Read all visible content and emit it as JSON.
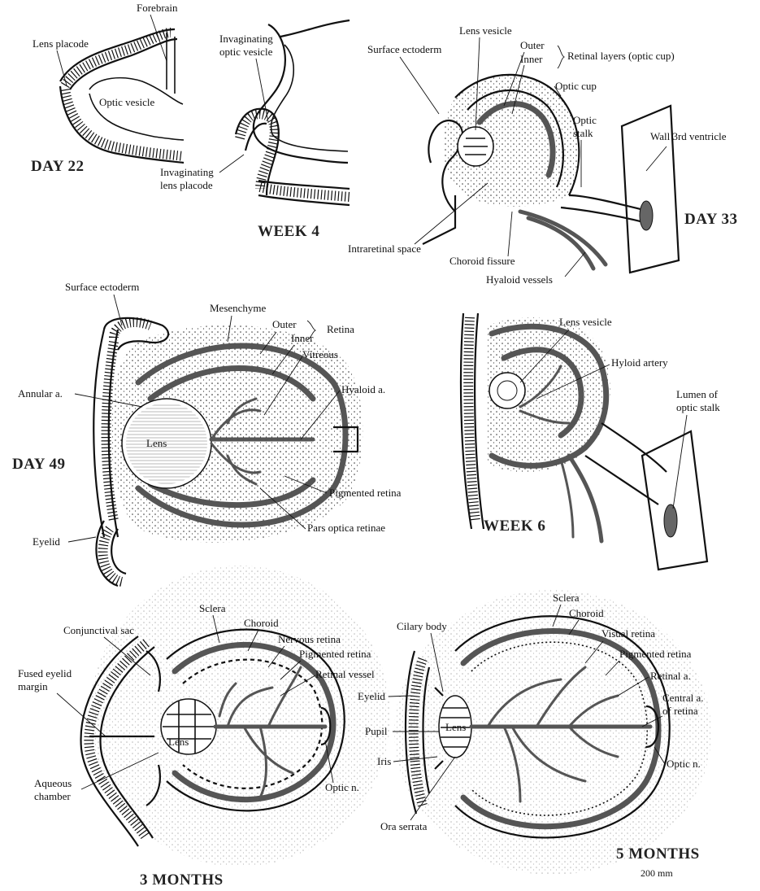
{
  "panels": {
    "day22": {
      "title": "DAY 22",
      "labels": {
        "forebrain": "Forebrain",
        "lens_placode": "Lens placode",
        "optic_vesicle": "Optic vesicle"
      }
    },
    "week4": {
      "title": "WEEK 4",
      "labels": {
        "invaginating_optic_vesicle_1": "Invaginating",
        "invaginating_optic_vesicle_2": "optic vesicle",
        "invaginating_lens_placode_1": "Invaginating",
        "invaginating_lens_placode_2": "lens placode"
      }
    },
    "day33": {
      "title": "DAY 33",
      "labels": {
        "surface_ectoderm": "Surface ectoderm",
        "lens_vesicle": "Lens vesicle",
        "outer": "Outer",
        "inner": "Inner",
        "retinal_layers": "Retinal layers (optic cup)",
        "optic_cup": "Optic cup",
        "optic_stalk_1": "Optic",
        "optic_stalk_2": "stalk",
        "wall_3rd_ventricle": "Wall 3rd ventricle",
        "intraretinal_space": "Intraretinal space",
        "choroid_fissure": "Choroid fissure",
        "hyaloid_vessels": "Hyaloid vessels"
      }
    },
    "day49": {
      "title": "DAY 49",
      "labels": {
        "surface_ectoderm": "Surface ectoderm",
        "mesenchyme": "Mesenchyme",
        "outer": "Outer",
        "inner": "Inner",
        "retina": "Retina",
        "vitreous": "Vitreous",
        "annular_a": "Annular a.",
        "hyaloid_a": "Hyaloid a.",
        "lens": "Lens",
        "pigmented_retina": "Pigmented retina",
        "pars_optica_retinae": "Pars optica retinae",
        "eyelid": "Eyelid"
      }
    },
    "week6": {
      "title": "WEEK 6",
      "labels": {
        "lens_vesicle": "Lens vesicle",
        "hyloid_artery": "Hyloid artery",
        "lumen_1": "Lumen of",
        "lumen_2": "optic stalk"
      }
    },
    "month3": {
      "title": "3 MONTHS",
      "labels": {
        "sclera": "Sclera",
        "choroid": "Choroid",
        "conjunctival_sac": "Conjunctival sac",
        "nervous_retina": "Nervous retina",
        "pigmented_retina": "Pigmented retina",
        "retinal_vessel": "Retinal vessel",
        "fused_eyelid_1": "Fused eyelid",
        "fused_eyelid_2": "margin",
        "lens": "Lens",
        "aqueous_1": "Aqueous",
        "aqueous_2": "chamber",
        "optic_n": "Optic n."
      }
    },
    "month5": {
      "title": "5 MONTHS",
      "subtitle": "200 mm",
      "labels": {
        "sclera": "Sclera",
        "choroid": "Choroid",
        "ciliary_body": "Cilary body",
        "visual_retina": "Visual retina",
        "pigmented_retina": "Pigmented retina",
        "retinal_a": "Retinal a.",
        "central_a_1": "Central a.",
        "central_a_2": "of retina",
        "eyelid": "Eyelid",
        "pupil": "Pupil",
        "lens": "Lens",
        "iris": "Iris",
        "optic_n": "Optic n.",
        "ora_serrata": "Ora serrata"
      }
    }
  }
}
